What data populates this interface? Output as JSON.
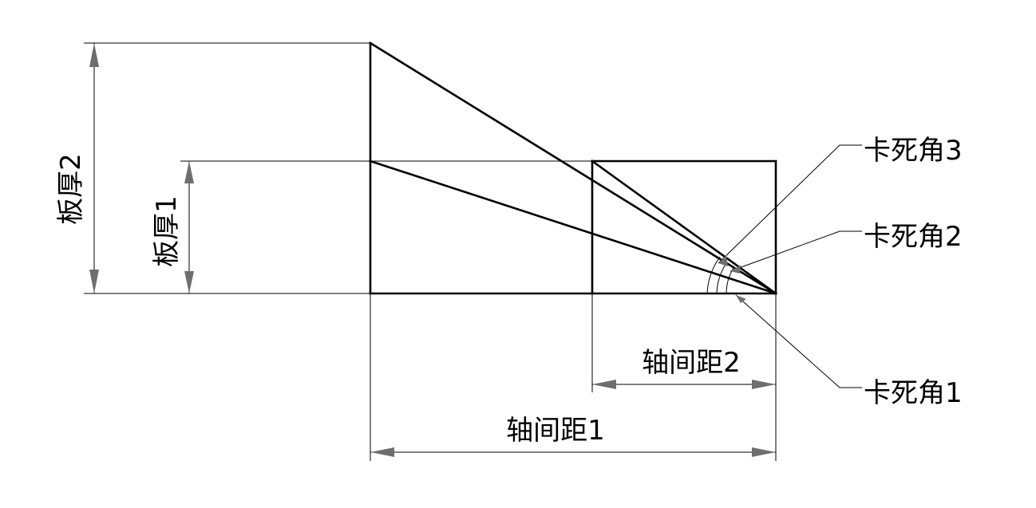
{
  "labels": {
    "plate_thickness_1": "板厚1",
    "plate_thickness_2": "板厚2",
    "axis_distance_1": "轴间距1",
    "axis_distance_2": "轴间距2",
    "lock_angle_1": "卡死角1",
    "lock_angle_2": "卡死角2",
    "lock_angle_3": "卡死角3"
  }
}
